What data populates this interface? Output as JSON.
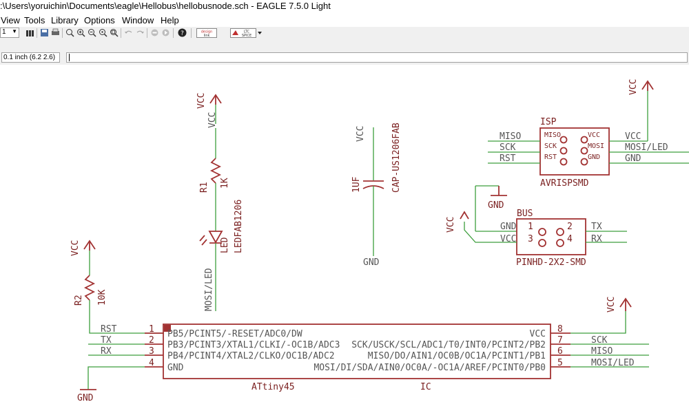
{
  "window": {
    "title": ":\\Users\\yoruichin\\Documents\\eagle\\Hellobus\\hellobusnode.sch - EAGLE 7.5.0 Light"
  },
  "menu": [
    "View",
    "Tools",
    "Library",
    "Options",
    "Window",
    "Help"
  ],
  "toolbar": {
    "layer": "1"
  },
  "coords": {
    "grid_position": "0.1 inch (6.2 2.6)",
    "command": ""
  },
  "icons": [
    "info-icon",
    "save-icon",
    "print-icon",
    "zoom-fit-icon",
    "zoom-in-icon",
    "zoom-out-icon",
    "zoom-redraw-icon",
    "zoom-select-icon",
    "undo-icon",
    "redo-icon",
    "stop-icon",
    "go-icon",
    "help-icon",
    "design-link-icon",
    "ltspice-icon"
  ],
  "schematic": {
    "vcc": "VCC",
    "gnd": "GND",
    "r1": {
      "name": "R1",
      "value": "1K"
    },
    "led": {
      "name": "LED",
      "value": "LEDFAB1206",
      "net": "MOSI/LED"
    },
    "cap": {
      "value": "1UF",
      "part": "CAP-US1206FAB"
    },
    "r2": {
      "name": "R2",
      "value": "10K"
    },
    "isp": {
      "name": "ISP",
      "device": "AVRISPSMD",
      "left_pins": [
        "MISO",
        "SCK",
        "RST"
      ],
      "right_pins": [
        "VCC",
        "MOSI",
        "GND"
      ],
      "left_nets": [
        "MISO",
        "SCK",
        "RST"
      ],
      "right_nets": [
        "VCC",
        "MOSI/LED",
        "GND"
      ]
    },
    "bus": {
      "name": "BUS",
      "device": "PINHD-2X2-SMD",
      "pin_names": [
        "GND",
        "VCC"
      ],
      "pin_numbers": [
        "1",
        "2",
        "3",
        "4"
      ],
      "nets": [
        "TX",
        "RX"
      ]
    },
    "ic": {
      "name": "IC",
      "device": "ATtiny45",
      "left_nets": [
        "RST",
        "TX",
        "RX"
      ],
      "left_pins": [
        {
          "num": "1",
          "label": "PB5/PCINT5/-RESET/ADC0/DW"
        },
        {
          "num": "2",
          "label": "PB3/PCINT3/XTAL1/CLKI/-OC1B/ADC3"
        },
        {
          "num": "3",
          "label": "PB4/PCINT4/XTAL2/CLKO/OC1B/ADC2"
        },
        {
          "num": "4",
          "label": "GND"
        }
      ],
      "right_pins": [
        {
          "num": "8",
          "label": "VCC"
        },
        {
          "num": "7",
          "label": "SCK/USCK/SCL/ADC1/T0/INT0/PCINT2/PB2"
        },
        {
          "num": "6",
          "label": "MISO/DO/AIN1/OC0B/OC1A/PCINT1/PB1"
        },
        {
          "num": "5",
          "label": "MOSI/DI/SDA/AIN0/OC0A/-OC1A/AREF/PCINT0/PB0"
        }
      ],
      "right_nets": [
        "SCK",
        "MISO",
        "MOSI/LED"
      ]
    }
  }
}
